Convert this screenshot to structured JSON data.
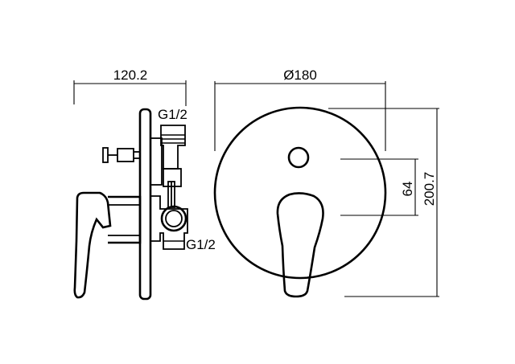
{
  "dimensions": {
    "depth": "120.2",
    "diameter": "Ø180",
    "spacing": "64",
    "height": "200.7"
  },
  "connections": {
    "top": "G1/2",
    "bottom": "G1/2"
  },
  "colors": {
    "stroke": "#000000",
    "background": "#ffffff"
  }
}
